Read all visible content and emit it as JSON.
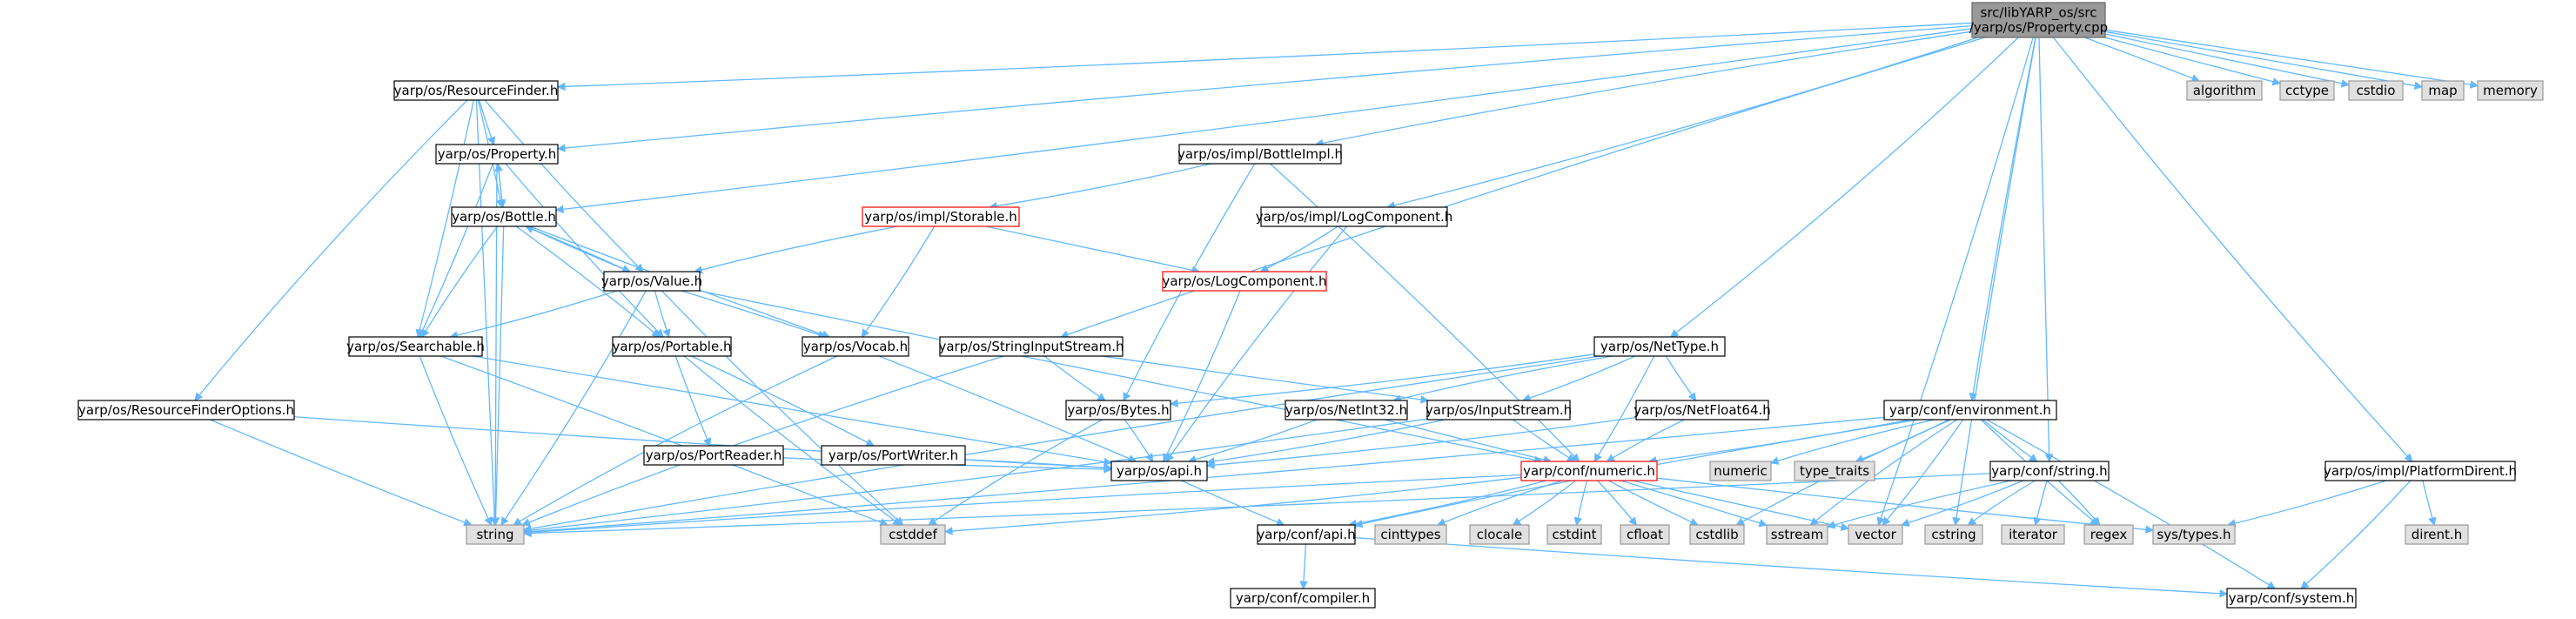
{
  "colors": {
    "root_fill": "#999999",
    "normal_fill": "#ffffff",
    "normal_stroke": "#000000",
    "red_stroke": "#ff0000",
    "system_fill": "#e0e0e0",
    "system_stroke": "#999999",
    "edge": "#63b8ff"
  },
  "nodes": [
    {
      "id": "root",
      "lines": [
        "src/libYARP_os/src",
        "/yarp/os/Property.cpp"
      ],
      "kind": "root"
    },
    {
      "id": "resourcefinder",
      "lines": [
        "yarp/os/ResourceFinder.h"
      ],
      "kind": "normal"
    },
    {
      "id": "property",
      "lines": [
        "yarp/os/Property.h"
      ],
      "kind": "normal"
    },
    {
      "id": "bottle",
      "lines": [
        "yarp/os/Bottle.h"
      ],
      "kind": "normal"
    },
    {
      "id": "value",
      "lines": [
        "yarp/os/Value.h"
      ],
      "kind": "normal"
    },
    {
      "id": "searchable",
      "lines": [
        "yarp/os/Searchable.h"
      ],
      "kind": "normal"
    },
    {
      "id": "portable",
      "lines": [
        "yarp/os/Portable.h"
      ],
      "kind": "normal"
    },
    {
      "id": "vocab",
      "lines": [
        "yarp/os/Vocab.h"
      ],
      "kind": "normal"
    },
    {
      "id": "rfoptions",
      "lines": [
        "yarp/os/ResourceFinderOptions.h"
      ],
      "kind": "normal"
    },
    {
      "id": "portreader",
      "lines": [
        "yarp/os/PortReader.h"
      ],
      "kind": "normal"
    },
    {
      "id": "portwriter",
      "lines": [
        "yarp/os/PortWriter.h"
      ],
      "kind": "normal"
    },
    {
      "id": "bottleimpl",
      "lines": [
        "yarp/os/impl/BottleImpl.h"
      ],
      "kind": "normal"
    },
    {
      "id": "storable",
      "lines": [
        "yarp/os/impl/Storable.h"
      ],
      "kind": "red"
    },
    {
      "id": "logcomponent_impl",
      "lines": [
        "yarp/os/impl/LogComponent.h"
      ],
      "kind": "normal"
    },
    {
      "id": "logcomponent",
      "lines": [
        "yarp/os/LogComponent.h"
      ],
      "kind": "red"
    },
    {
      "id": "stringinputstream",
      "lines": [
        "yarp/os/StringInputStream.h"
      ],
      "kind": "normal"
    },
    {
      "id": "bytes",
      "lines": [
        "yarp/os/Bytes.h"
      ],
      "kind": "normal"
    },
    {
      "id": "nettype",
      "lines": [
        "yarp/os/NetType.h"
      ],
      "kind": "normal"
    },
    {
      "id": "netint32",
      "lines": [
        "yarp/os/NetInt32.h"
      ],
      "kind": "normal"
    },
    {
      "id": "inputstream",
      "lines": [
        "yarp/os/InputStream.h"
      ],
      "kind": "normal"
    },
    {
      "id": "netfloat64",
      "lines": [
        "yarp/os/NetFloat64.h"
      ],
      "kind": "normal"
    },
    {
      "id": "os_api",
      "lines": [
        "yarp/os/api.h"
      ],
      "kind": "normal"
    },
    {
      "id": "numeric",
      "lines": [
        "yarp/conf/numeric.h"
      ],
      "kind": "red"
    },
    {
      "id": "environment",
      "lines": [
        "yarp/conf/environment.h"
      ],
      "kind": "normal"
    },
    {
      "id": "conf_string",
      "lines": [
        "yarp/conf/string.h"
      ],
      "kind": "normal"
    },
    {
      "id": "platformdirent",
      "lines": [
        "yarp/os/impl/PlatformDirent.h"
      ],
      "kind": "normal"
    },
    {
      "id": "conf_api",
      "lines": [
        "yarp/conf/api.h"
      ],
      "kind": "normal"
    },
    {
      "id": "compiler",
      "lines": [
        "yarp/conf/compiler.h"
      ],
      "kind": "normal"
    },
    {
      "id": "system",
      "lines": [
        "yarp/conf/system.h"
      ],
      "kind": "normal"
    },
    {
      "id": "s_string",
      "lines": [
        "string"
      ],
      "kind": "system"
    },
    {
      "id": "s_cstddef",
      "lines": [
        "cstddef"
      ],
      "kind": "system"
    },
    {
      "id": "s_cinttypes",
      "lines": [
        "cinttypes"
      ],
      "kind": "system"
    },
    {
      "id": "s_clocale",
      "lines": [
        "clocale"
      ],
      "kind": "system"
    },
    {
      "id": "s_cstdint",
      "lines": [
        "cstdint"
      ],
      "kind": "system"
    },
    {
      "id": "s_cfloat",
      "lines": [
        "cfloat"
      ],
      "kind": "system"
    },
    {
      "id": "s_cstdlib",
      "lines": [
        "cstdlib"
      ],
      "kind": "system"
    },
    {
      "id": "s_sstream",
      "lines": [
        "sstream"
      ],
      "kind": "system"
    },
    {
      "id": "s_vector",
      "lines": [
        "vector"
      ],
      "kind": "system"
    },
    {
      "id": "s_cstring",
      "lines": [
        "cstring"
      ],
      "kind": "system"
    },
    {
      "id": "s_iterator",
      "lines": [
        "iterator"
      ],
      "kind": "system"
    },
    {
      "id": "s_regex",
      "lines": [
        "regex"
      ],
      "kind": "system"
    },
    {
      "id": "s_systypes",
      "lines": [
        "sys/types.h"
      ],
      "kind": "system"
    },
    {
      "id": "s_dirent",
      "lines": [
        "dirent.h"
      ],
      "kind": "system"
    },
    {
      "id": "s_numeric",
      "lines": [
        "numeric"
      ],
      "kind": "system"
    },
    {
      "id": "s_type_traits",
      "lines": [
        "type_traits"
      ],
      "kind": "system"
    },
    {
      "id": "s_algorithm",
      "lines": [
        "algorithm"
      ],
      "kind": "system"
    },
    {
      "id": "s_cctype",
      "lines": [
        "cctype"
      ],
      "kind": "system"
    },
    {
      "id": "s_cstdio",
      "lines": [
        "cstdio"
      ],
      "kind": "system"
    },
    {
      "id": "s_map",
      "lines": [
        "map"
      ],
      "kind": "system"
    },
    {
      "id": "s_memory",
      "lines": [
        "memory"
      ],
      "kind": "system"
    }
  ],
  "edges": [
    [
      "root",
      "resourcefinder"
    ],
    [
      "root",
      "property"
    ],
    [
      "root",
      "bottle"
    ],
    [
      "root",
      "bottleimpl"
    ],
    [
      "root",
      "logcomponent_impl"
    ],
    [
      "root",
      "stringinputstream"
    ],
    [
      "root",
      "nettype"
    ],
    [
      "root",
      "environment"
    ],
    [
      "root",
      "conf_string"
    ],
    [
      "root",
      "platformdirent"
    ],
    [
      "root",
      "s_algorithm"
    ],
    [
      "root",
      "s_cctype"
    ],
    [
      "root",
      "s_cstdio"
    ],
    [
      "root",
      "s_map"
    ],
    [
      "root",
      "s_memory"
    ],
    [
      "root",
      "s_cstring"
    ],
    [
      "root",
      "s_vector"
    ],
    [
      "resourcefinder",
      "property"
    ],
    [
      "resourcefinder",
      "bottle"
    ],
    [
      "resourcefinder",
      "value"
    ],
    [
      "resourcefinder",
      "searchable"
    ],
    [
      "resourcefinder",
      "rfoptions"
    ],
    [
      "resourcefinder",
      "s_string"
    ],
    [
      "property",
      "bottle"
    ],
    [
      "property",
      "searchable"
    ],
    [
      "property",
      "portable"
    ],
    [
      "property",
      "s_string"
    ],
    [
      "bottle",
      "property"
    ],
    [
      "bottle",
      "value"
    ],
    [
      "bottle",
      "searchable"
    ],
    [
      "bottle",
      "portable"
    ],
    [
      "bottle",
      "vocab"
    ],
    [
      "bottle",
      "s_string"
    ],
    [
      "value",
      "bottle"
    ],
    [
      "value",
      "searchable"
    ],
    [
      "value",
      "portable"
    ],
    [
      "value",
      "vocab"
    ],
    [
      "value",
      "numeric"
    ],
    [
      "value",
      "s_string"
    ],
    [
      "value",
      "s_cstddef"
    ],
    [
      "searchable",
      "os_api"
    ],
    [
      "searchable",
      "s_string"
    ],
    [
      "searchable",
      "s_cstddef"
    ],
    [
      "portable",
      "portreader"
    ],
    [
      "portable",
      "portwriter"
    ],
    [
      "portable",
      "s_cstddef"
    ],
    [
      "vocab",
      "os_api"
    ],
    [
      "vocab",
      "s_string"
    ],
    [
      "rfoptions",
      "os_api"
    ],
    [
      "rfoptions",
      "s_string"
    ],
    [
      "portreader",
      "os_api"
    ],
    [
      "portwriter",
      "os_api"
    ],
    [
      "bottleimpl",
      "storable"
    ],
    [
      "bottleimpl",
      "bytes"
    ],
    [
      "bottleimpl",
      "numeric"
    ],
    [
      "storable",
      "value"
    ],
    [
      "storable",
      "vocab"
    ],
    [
      "storable",
      "logcomponent"
    ],
    [
      "logcomponent_impl",
      "logcomponent"
    ],
    [
      "logcomponent_impl",
      "os_api"
    ],
    [
      "logcomponent",
      "os_api"
    ],
    [
      "stringinputstream",
      "bytes"
    ],
    [
      "stringinputstream",
      "inputstream"
    ],
    [
      "stringinputstream",
      "s_string"
    ],
    [
      "bytes",
      "os_api"
    ],
    [
      "bytes",
      "s_cstddef"
    ],
    [
      "nettype",
      "bytes"
    ],
    [
      "nettype",
      "netint32"
    ],
    [
      "nettype",
      "inputstream"
    ],
    [
      "nettype",
      "netfloat64"
    ],
    [
      "nettype",
      "numeric"
    ],
    [
      "nettype",
      "s_string"
    ],
    [
      "netint32",
      "os_api"
    ],
    [
      "netint32",
      "numeric"
    ],
    [
      "inputstream",
      "os_api"
    ],
    [
      "inputstream",
      "numeric"
    ],
    [
      "inputstream",
      "s_string"
    ],
    [
      "netfloat64",
      "numeric"
    ],
    [
      "netfloat64",
      "os_api"
    ],
    [
      "os_api",
      "conf_api"
    ],
    [
      "numeric",
      "conf_api"
    ],
    [
      "numeric",
      "s_string"
    ],
    [
      "numeric",
      "s_cstddef"
    ],
    [
      "numeric",
      "s_cinttypes"
    ],
    [
      "numeric",
      "s_clocale"
    ],
    [
      "numeric",
      "s_cstdint"
    ],
    [
      "numeric",
      "s_cfloat"
    ],
    [
      "numeric",
      "s_cstdlib"
    ],
    [
      "numeric",
      "s_sstream"
    ],
    [
      "numeric",
      "s_vector"
    ],
    [
      "numeric",
      "s_systypes"
    ],
    [
      "conf_api",
      "compiler"
    ],
    [
      "conf_api",
      "system"
    ],
    [
      "environment",
      "conf_api"
    ],
    [
      "environment",
      "numeric"
    ],
    [
      "environment",
      "conf_string"
    ],
    [
      "environment",
      "s_string"
    ],
    [
      "environment",
      "s_numeric"
    ],
    [
      "environment",
      "s_type_traits"
    ],
    [
      "environment",
      "s_cstdlib"
    ],
    [
      "environment",
      "s_vector"
    ],
    [
      "environment",
      "s_regex"
    ],
    [
      "environment",
      "system"
    ],
    [
      "environment",
      "s_sstream"
    ],
    [
      "conf_string",
      "s_string"
    ],
    [
      "conf_string",
      "s_sstream"
    ],
    [
      "conf_string",
      "s_vector"
    ],
    [
      "conf_string",
      "s_iterator"
    ],
    [
      "conf_string",
      "s_regex"
    ],
    [
      "conf_string",
      "s_cstring"
    ],
    [
      "platformdirent",
      "s_systypes"
    ],
    [
      "platformdirent",
      "s_dirent"
    ],
    [
      "platformdirent",
      "system"
    ]
  ]
}
